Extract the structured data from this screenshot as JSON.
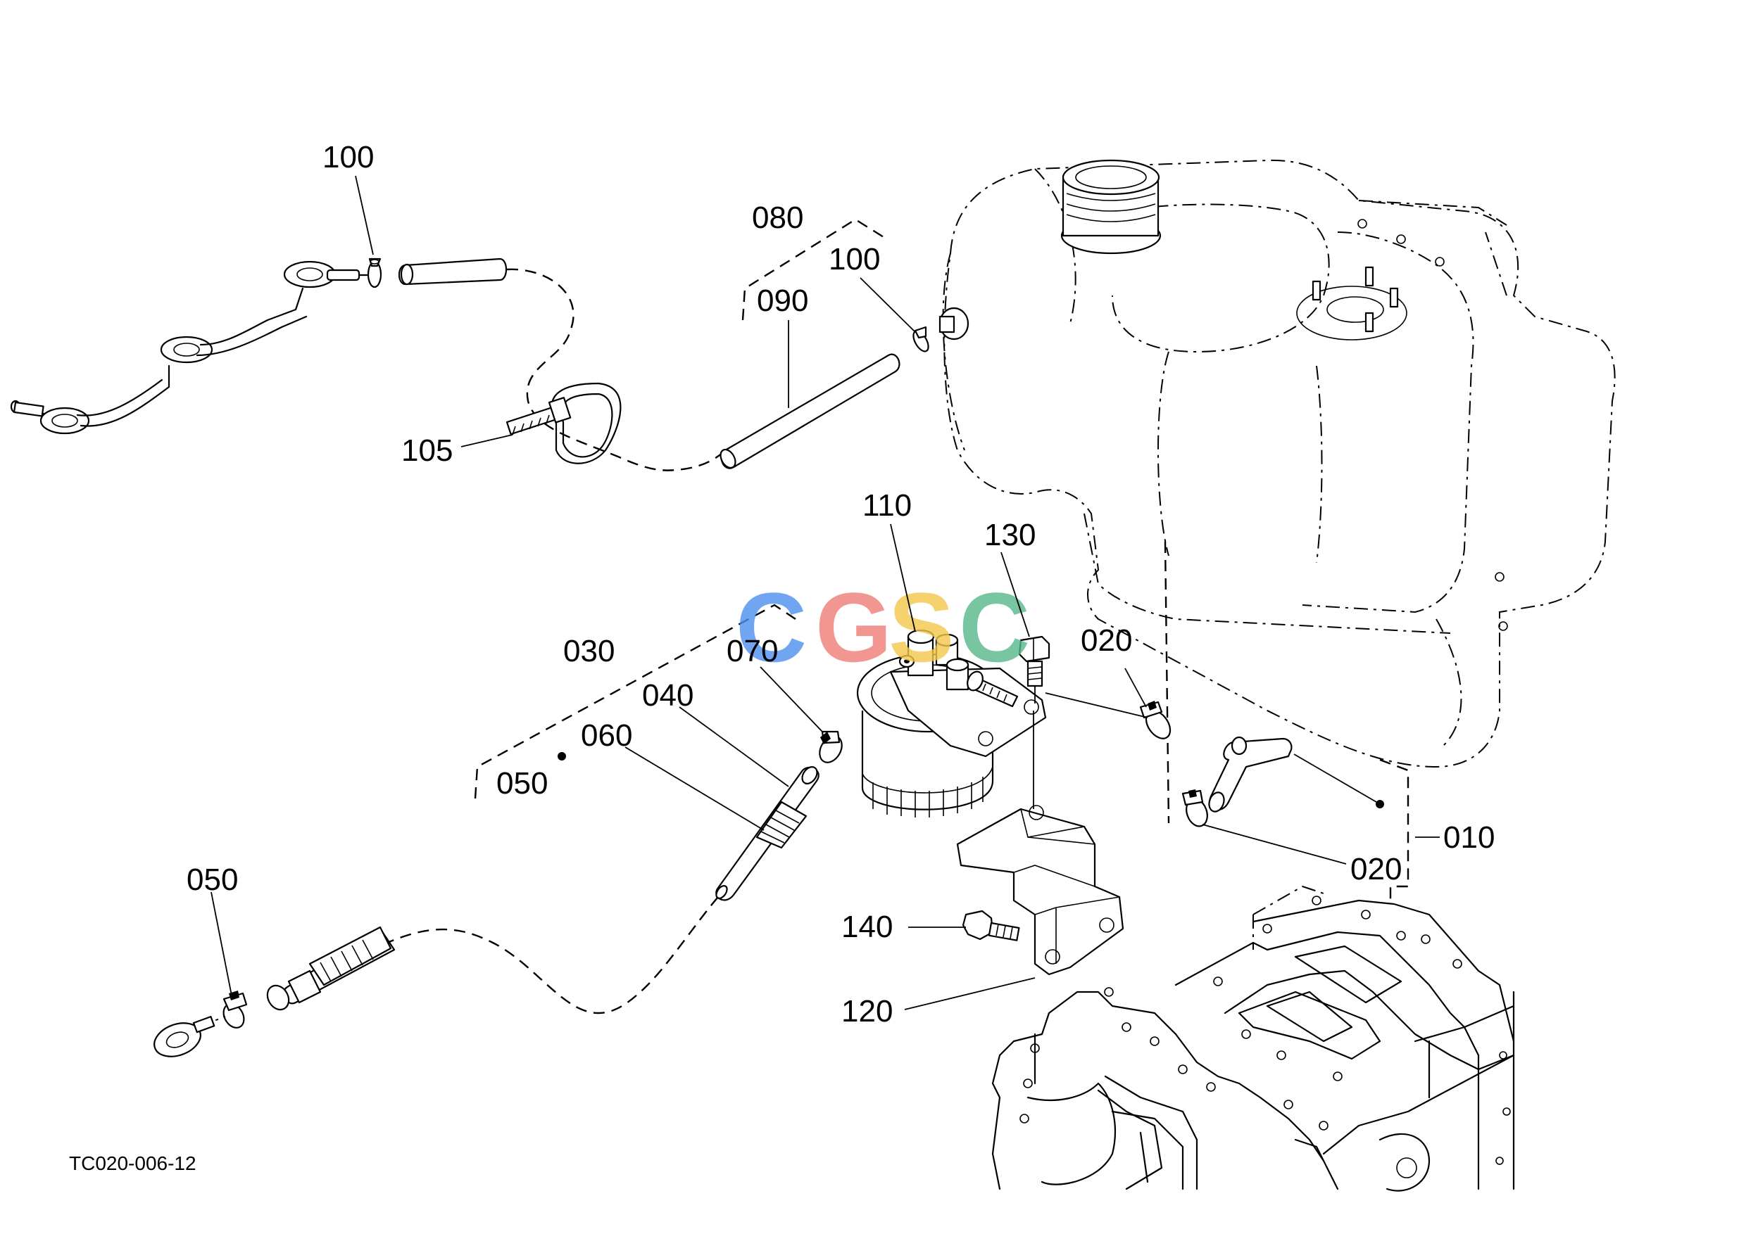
{
  "drawing_id": "TC020-006-12",
  "watermark": {
    "text": "CGSC",
    "letters": [
      "C",
      "G",
      "S",
      "C"
    ],
    "colors": [
      "#4d8ff0",
      "#f07c78",
      "#f5c84c",
      "#57b88a"
    ]
  },
  "part_labels": {
    "p010": "010",
    "p020_upper": "020",
    "p020_lower": "020",
    "p030": "030",
    "p040": "040",
    "p050_upper": "050",
    "p050_lower": "050",
    "p060": "060",
    "p070": "070",
    "p080": "080",
    "p090": "090",
    "p100_left": "100",
    "p100_right": "100",
    "p105": "105",
    "p110": "110",
    "p120": "120",
    "p130": "130",
    "p140": "140"
  }
}
